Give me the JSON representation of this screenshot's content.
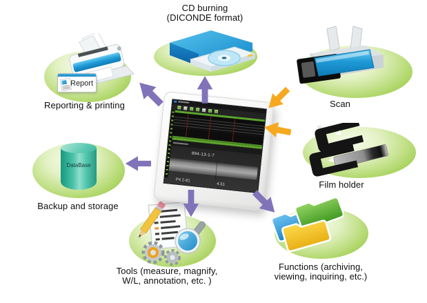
{
  "diagram_title": "",
  "nodes": {
    "cd_burning": {
      "lines": [
        "CD burning",
        "(DICONDE format)"
      ]
    },
    "reporting": {
      "lines": [
        "Reporting & printing"
      ],
      "badge": "Report"
    },
    "backup": {
      "lines": [
        "Backup and storage"
      ],
      "badge": "DataBase"
    },
    "tools": {
      "lines": [
        "Tools (measure, magnify,",
        "W/L, annotation, etc. )"
      ]
    },
    "functions": {
      "lines": [
        "Functions (archiving,",
        "viewing,  inquiring, etc.)"
      ]
    },
    "scan": {
      "lines": [
        "Scan"
      ]
    },
    "film_holder": {
      "lines": [
        "Film holder"
      ]
    }
  },
  "monitor": {
    "screen_annotation": "894-13-1-7",
    "screen_readout_left": "P4 2-81",
    "screen_readout_right": "4.51"
  },
  "arrows": {
    "outward_color": "#8173b9",
    "inward_color": "#f6a81f"
  },
  "palette": {
    "ellipse_green": "#8cc63f",
    "screen_accent_green": "#5ca52e",
    "device_blue": "#1e9ad6"
  }
}
